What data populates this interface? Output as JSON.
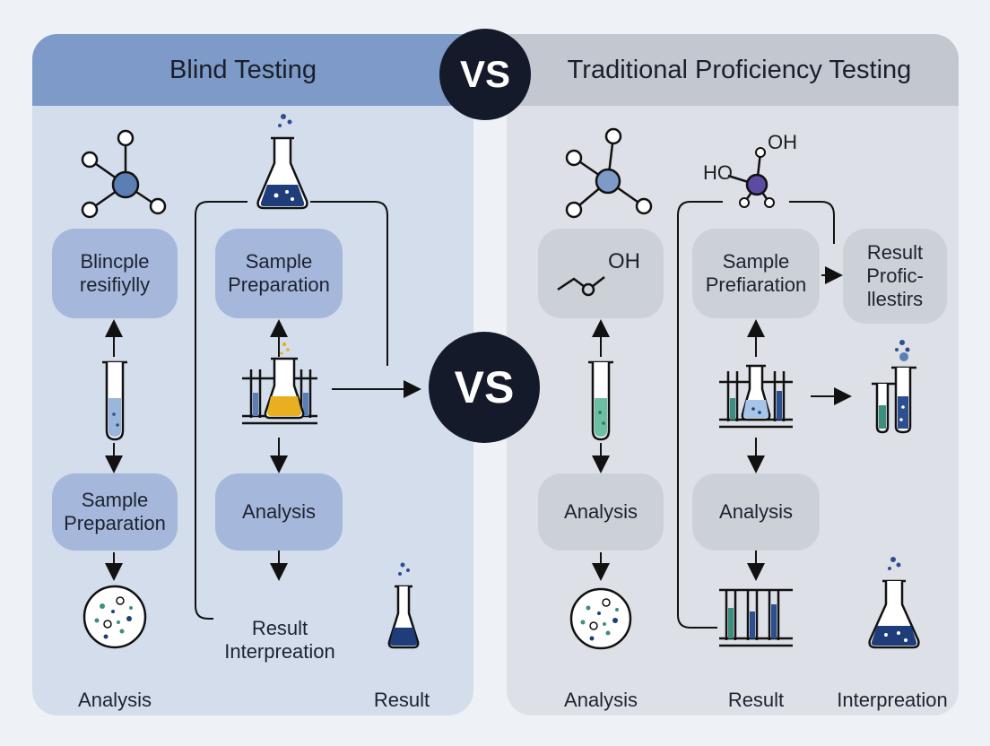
{
  "left_panel": {
    "title": "Blind Testing",
    "col1": {
      "box1": "Blincple\nresifiylly",
      "box2": "Sample\nPreparation",
      "label_bottom": "Analysis"
    },
    "col2": {
      "box1": "Sample\nPreparation",
      "box2": "Analysis",
      "label_mid": "Result\nInterpreation",
      "label_bottom": "Result"
    }
  },
  "vs": {
    "top": "VS",
    "middle": "VS"
  },
  "right_panel": {
    "title": "Traditional Proficiency Testing",
    "col1": {
      "box1_text": "OH",
      "box2": "Analysis",
      "label_bottom": "Analysis"
    },
    "col2": {
      "molecule_oh1": "OH",
      "molecule_oh2": "HO",
      "box1": "Sample\nPrefiaration",
      "box2": "Analysis",
      "label_bottom": "Result"
    },
    "col3": {
      "box1": "Result\nProfic-\nllestirs",
      "label_bottom": "Interpreation"
    }
  },
  "colors": {
    "blue_panel": "#d3ddec",
    "blue_header": "#7d9ac8",
    "gray_panel": "#dde1e7",
    "gray_header": "#c3c8d0",
    "accent_blue": "#1f3d7a",
    "accent_yellow": "#e8b020",
    "accent_teal": "#3c8f7e",
    "accent_purple": "#5d4aa1",
    "vs_circle": "#141a2a"
  },
  "icons": [
    "molecule-icon",
    "flask-icon",
    "test-tube-icon",
    "test-tube-rack-icon",
    "petri-dish-icon",
    "oh-molecule-icon"
  ]
}
